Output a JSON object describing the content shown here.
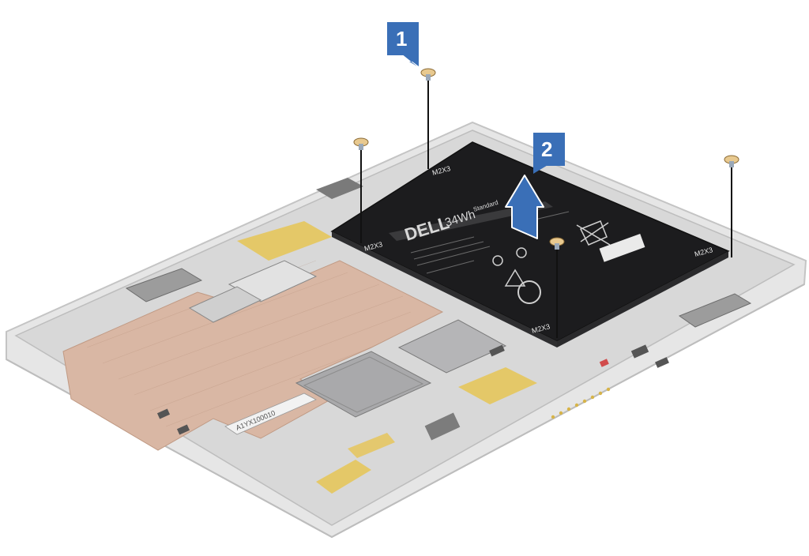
{
  "steps": [
    {
      "number": "1"
    },
    {
      "number": "2"
    }
  ],
  "screws": [
    {
      "label": "M2X3"
    },
    {
      "label": "M2X3"
    },
    {
      "label": "M2X3"
    },
    {
      "label": "M2X3"
    }
  ],
  "battery": {
    "brand": "DELL",
    "capacity": "34Wh",
    "type_label": "Standard",
    "polarity_plus": "+",
    "polarity_minus": "–"
  },
  "board": {
    "serial": "A1YX100010"
  },
  "colors": {
    "badge": "#3a6fb7",
    "arrow": "#3a6fb7",
    "battery": "#1c1c1e",
    "chassis": "#d9d9d9",
    "copper": "#d9b7a4",
    "gold": "#e6c65c"
  },
  "icons": [
    "screw-icon",
    "lift-arrow-icon",
    "step-badge-icon"
  ]
}
